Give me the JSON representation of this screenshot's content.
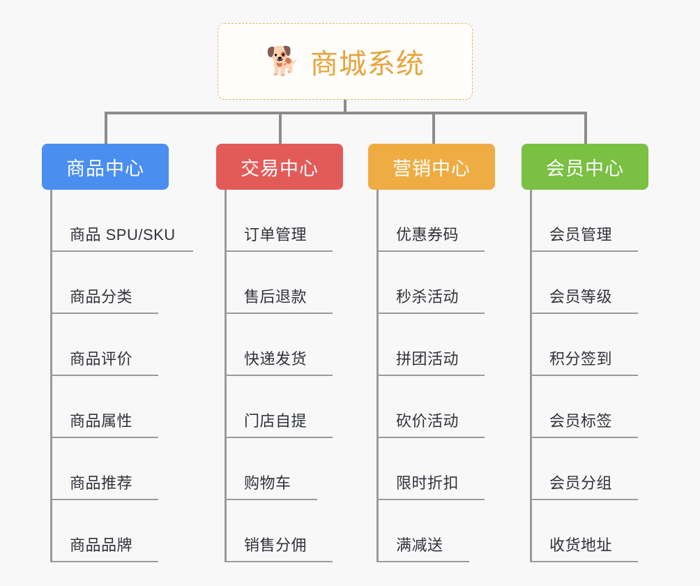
{
  "page": {
    "background_color": "#f8f8f8",
    "connector_color": "#8c8c8c",
    "item_line_color": "#9a9a9a",
    "item_text_color": "#2f3238"
  },
  "root": {
    "icon": "shiba-dog-emoji",
    "icon_glyph": "🐕",
    "title": "商城系统",
    "title_color": "#e8a33d",
    "border_color": "#e8b45a",
    "background_color": "#fffefb"
  },
  "branches": [
    {
      "id": "product-center",
      "label": "商品中心",
      "color": "#4a8ef0",
      "items": [
        "商品 SPU/SKU",
        "商品分类",
        "商品评价",
        "商品属性",
        "商品推荐",
        "商品品牌"
      ]
    },
    {
      "id": "trade-center",
      "label": "交易中心",
      "color": "#e35b59",
      "items": [
        "订单管理",
        "售后退款",
        "快递发货",
        "门店自提",
        "购物车",
        "销售分佣"
      ]
    },
    {
      "id": "marketing-center",
      "label": "营销中心",
      "color": "#eeac42",
      "items": [
        "优惠券码",
        "秒杀活动",
        "拼团活动",
        "砍价活动",
        "限时折扣",
        "满减送"
      ]
    },
    {
      "id": "member-center",
      "label": "会员中心",
      "color": "#79c043",
      "items": [
        "会员管理",
        "会员等级",
        "积分签到",
        "会员标签",
        "会员分组",
        "收货地址"
      ]
    }
  ]
}
